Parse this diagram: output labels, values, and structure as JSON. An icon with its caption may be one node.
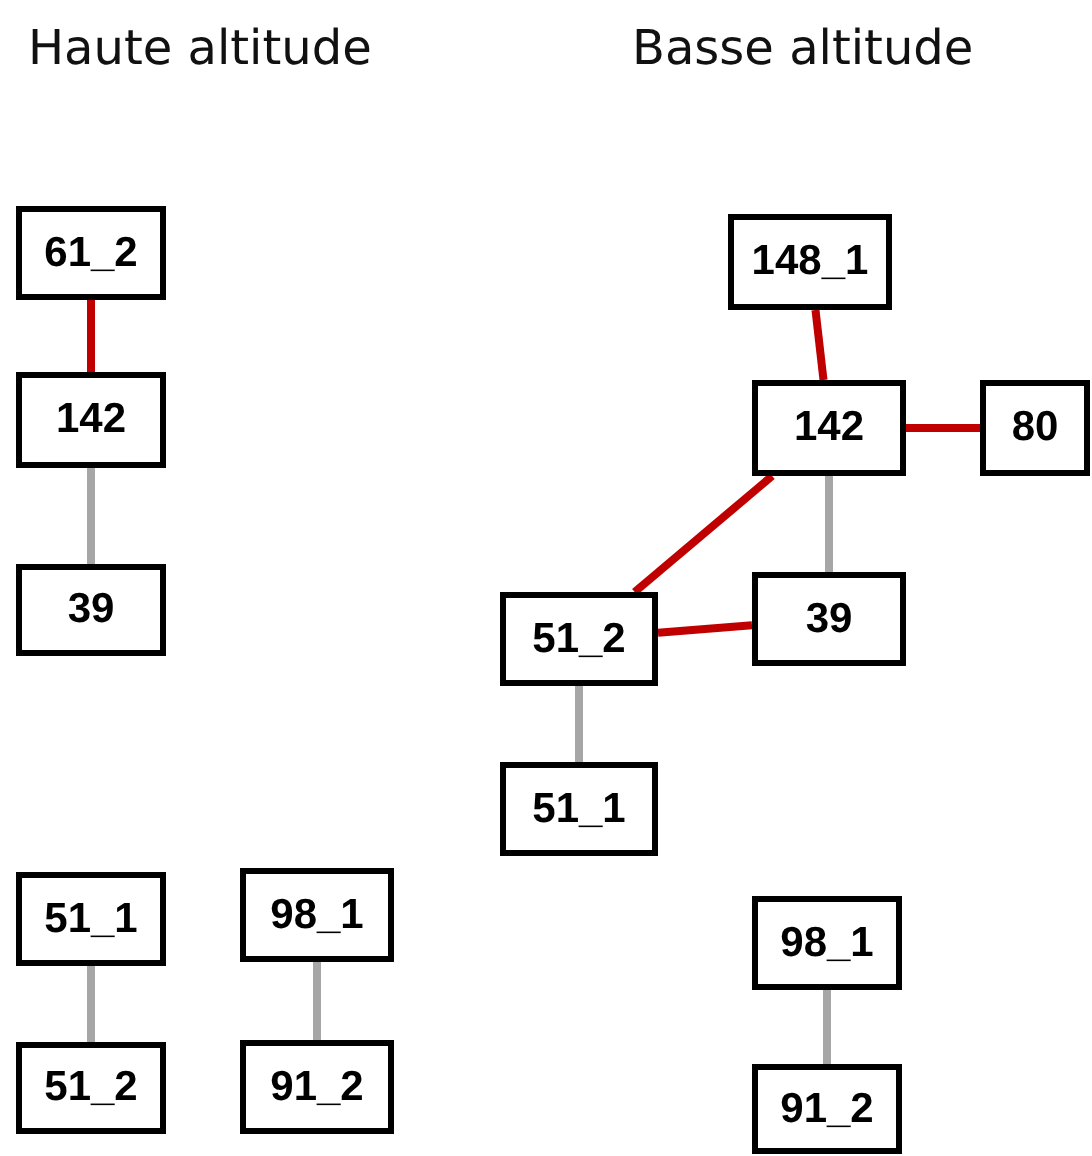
{
  "diagram": {
    "nodes": [
      {
        "text": [
          "61_2"
        ]
      },
      {
        "text": [
          "142"
        ]
      },
      {
        "text": [
          "39"
        ]
      },
      {
        "text": [
          "51_1"
        ]
      },
      {
        "text": [
          "51_2"
        ]
      },
      {
        "text": [
          "98_1"
        ]
      },
      {
        "text": [
          "91_2"
        ]
      },
      {
        "text": [
          "148_1"
        ]
      },
      {
        "text": [
          "142"
        ]
      },
      {
        "text": [
          "80"
        ]
      },
      {
        "text": [
          "39"
        ]
      },
      {
        "text": [
          "51_2"
        ]
      },
      {
        "text": [
          "51_1"
        ]
      },
      {
        "text": [
          "98_1"
        ]
      },
      {
        "text": [
          "91_2"
        ]
      }
    ],
    "edges": [
      {
        "from": 0,
        "to": 1,
        "arrow": "none",
        "color": "#c00000"
      },
      {
        "from": 1,
        "to": 2,
        "arrow": "none"
      },
      {
        "from": 3,
        "to": 4,
        "arrow": "none"
      },
      {
        "from": 5,
        "to": 6,
        "arrow": "none"
      },
      {
        "from": 7,
        "to": 8,
        "arrow": "none",
        "color": "#c00000"
      },
      {
        "from": 8,
        "to": 9,
        "arrow": "none",
        "color": "#c00000"
      },
      {
        "from": 8,
        "to": 10,
        "arrow": "none"
      },
      {
        "from": 8,
        "to": 11,
        "arrow": "none",
        "color": "#c00000"
      },
      {
        "from": 11,
        "to": 10,
        "arrow": "none",
        "color": "#c00000"
      },
      {
        "from": 11,
        "to": 12,
        "arrow": "none"
      },
      {
        "from": 13,
        "to": 14,
        "arrow": "none"
      }
    ],
    "labels": [
      "Haute altitude",
      "Basse altitude"
    ]
  }
}
